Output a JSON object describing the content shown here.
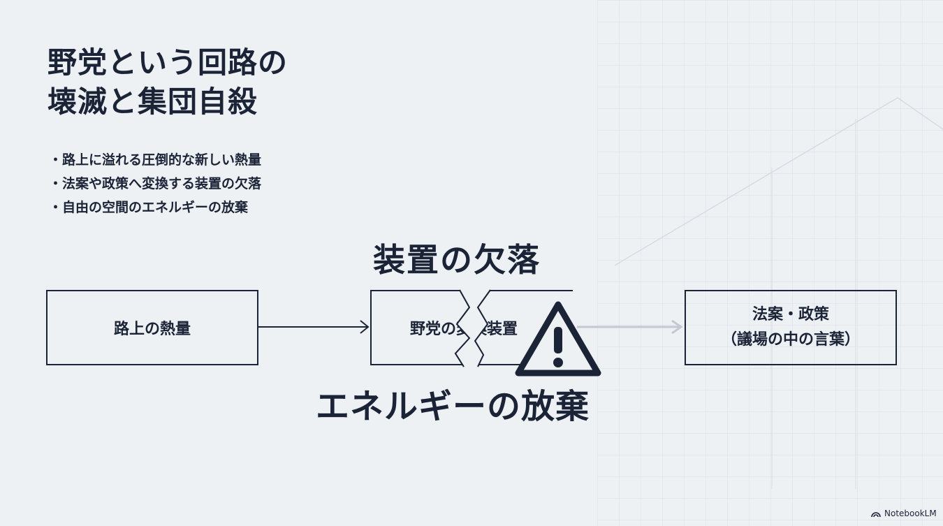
{
  "title": {
    "line1": "野党という回路の",
    "line2": "壊滅と集団自殺"
  },
  "bullets": [
    "路上に溢れる圧倒的な新しい熱量",
    "法案や政策へ変換する装置の欠落",
    "自由の空間のエネルギーの放棄"
  ],
  "diagram": {
    "node_street": "路上の熱量",
    "node_device": "野党の変換装置",
    "node_policy_line1": "法案・政策",
    "node_policy_line2": "（議場の中の言葉）",
    "label_missing": "装置の欠落",
    "label_abandon": "エネルギーの放棄"
  },
  "brand": {
    "name": "NotebookLM",
    "icon": "notebooklm-logo-icon"
  },
  "colors": {
    "ink": "#1b2337",
    "background": "#eef1f4",
    "faded_arrow": "#c3c8d2"
  }
}
